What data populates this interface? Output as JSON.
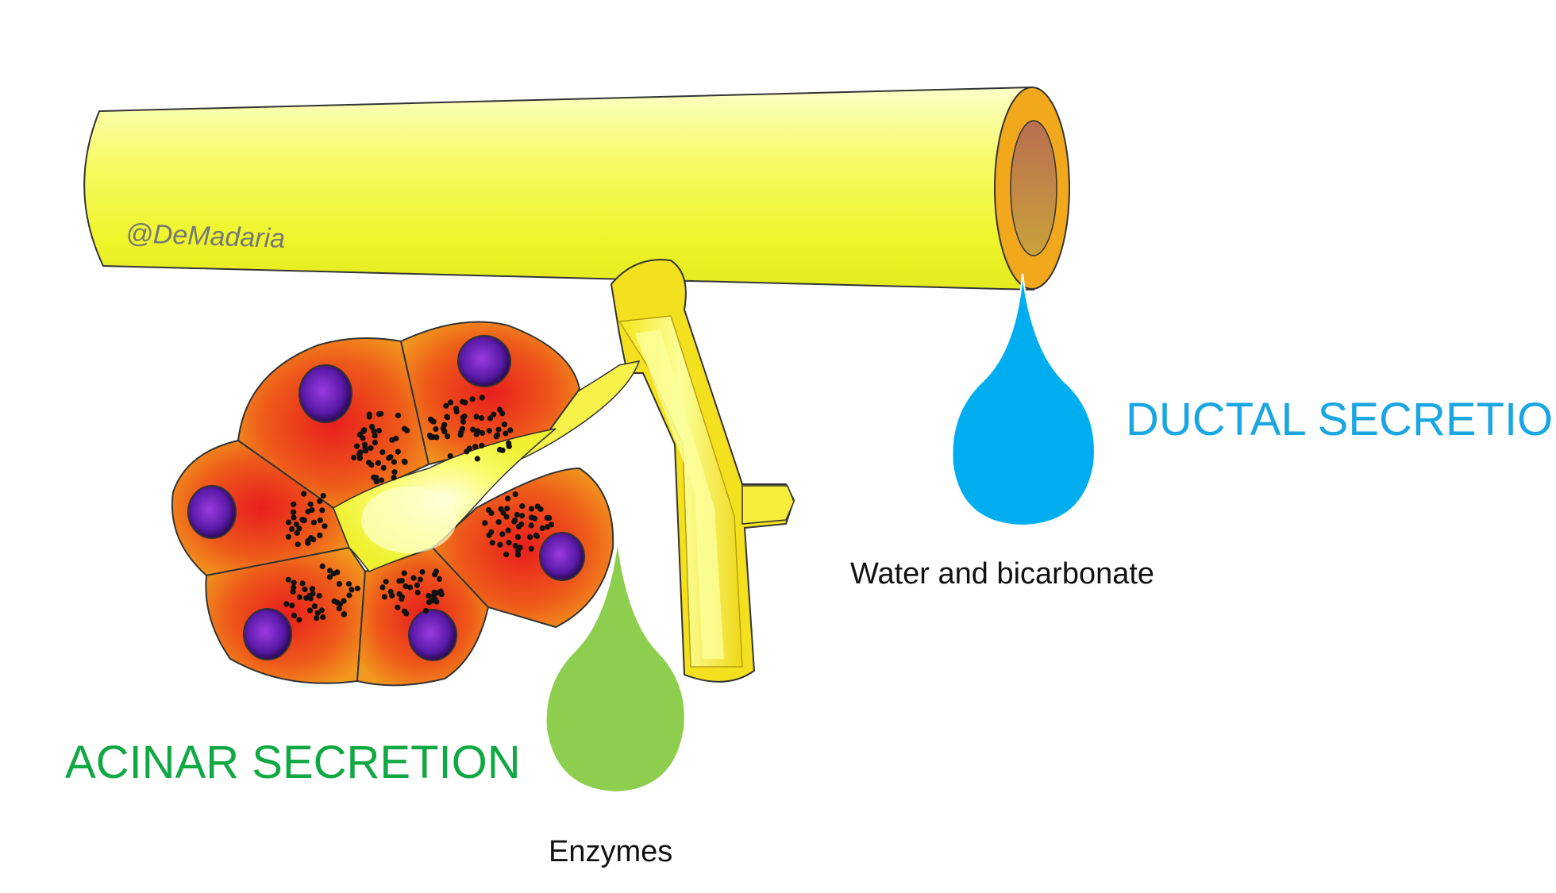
{
  "watermark": "@DeMadaria",
  "ductal": {
    "title": "DUCTAL SECRETION",
    "product": "Water and bicarbonate",
    "drop_color": "#00AEEF"
  },
  "acinar": {
    "title": "ACINAR SECRETION",
    "product": "Enzymes",
    "drop_color": "#8DCE4E"
  },
  "colors": {
    "duct": "#F4FA3C",
    "duct_rim": "#F2A81C",
    "acinar_title": "#10A843",
    "ductal_title": "#1AA6E0",
    "nucleus": "#6A1FB8",
    "cell_outer": "#F08A1A",
    "cell_inner": "#E8231C"
  }
}
